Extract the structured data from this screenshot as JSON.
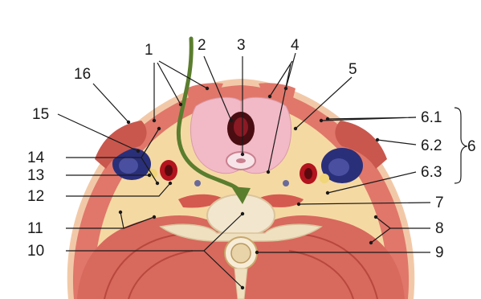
{
  "figure": {
    "labels": {
      "l1": "1",
      "l2": "2",
      "l3": "3",
      "l4": "4",
      "l5": "5",
      "l6_1": "6.1",
      "l6_2": "6.2",
      "l6_3": "6.3",
      "l6": "6",
      "l7": "7",
      "l8": "8",
      "l9": "9",
      "l10": "10",
      "l11": "11",
      "l12": "12",
      "l13": "13",
      "l14": "14",
      "l15": "15",
      "l16": "16"
    },
    "colors": {
      "muscle": "#e0776a",
      "muscle_dark": "#c9574d",
      "fat": "#f5d9a3",
      "thyroid": "#f2b9c6",
      "vein": "#2a2f7a",
      "artery": "#b3141e",
      "bone": "#f2e6cf",
      "arrow": "#5a7d2e"
    }
  }
}
